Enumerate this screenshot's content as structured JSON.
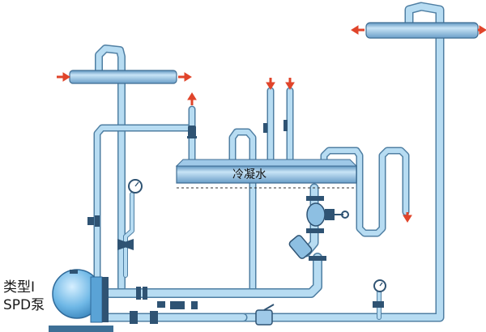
{
  "labels": {
    "condenser": "冷凝水",
    "pump_type_line1": "类型I",
    "pump_type_line2": "SPD泵"
  },
  "colors": {
    "pipe": "#9fd0ec",
    "pipe_edge": "#4f7fa3",
    "header": "#8cc0e4",
    "arrow": "#e0442a",
    "pump": "#6fb8e6",
    "base": "#3d6f96",
    "valve_dark": "#2f5373"
  },
  "icons": {
    "arrow": "red-flow-arrow",
    "gauge": "pressure-gauge-icon",
    "valve": "valve-icon",
    "strainer": "y-strainer-icon",
    "pump": "pump-tank-icon"
  }
}
